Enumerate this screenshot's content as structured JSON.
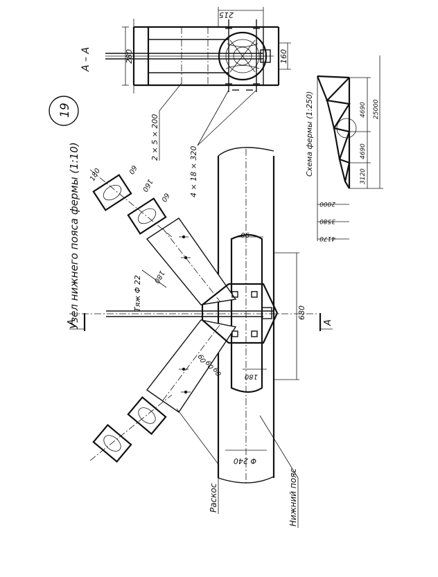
{
  "labels": {
    "title": "Узел нижнего пояса фермы (1:10)",
    "drawing_number": "19",
    "section_name": "А – А",
    "section_mark": "А",
    "scheme_title": "Схема фермы (1:250)",
    "rod": "Тяж Φ 22",
    "diagonal": "Раскос",
    "bottom_chord": "Нижний пояс",
    "bolts": "4 × 18 × 320",
    "plates": "2 × 5 × 200"
  },
  "dimensions": {
    "d215": "215",
    "d280": "280",
    "d160_top": "160",
    "d180_a": "180",
    "d60_a": "60",
    "d160_b": "160",
    "d60_b": "60",
    "d90": "90",
    "d180_b": "180",
    "d680": "680",
    "d180_c": "180",
    "d60_c": "60",
    "d60_d": "60",
    "d60_e": "60",
    "diam240": "Φ 240",
    "s4690_a": "4690",
    "s25000": "25000",
    "s4690_b": "4690",
    "s3120": "3120",
    "s2000": "2000",
    "s3580": "3580",
    "s4170": "4170"
  }
}
